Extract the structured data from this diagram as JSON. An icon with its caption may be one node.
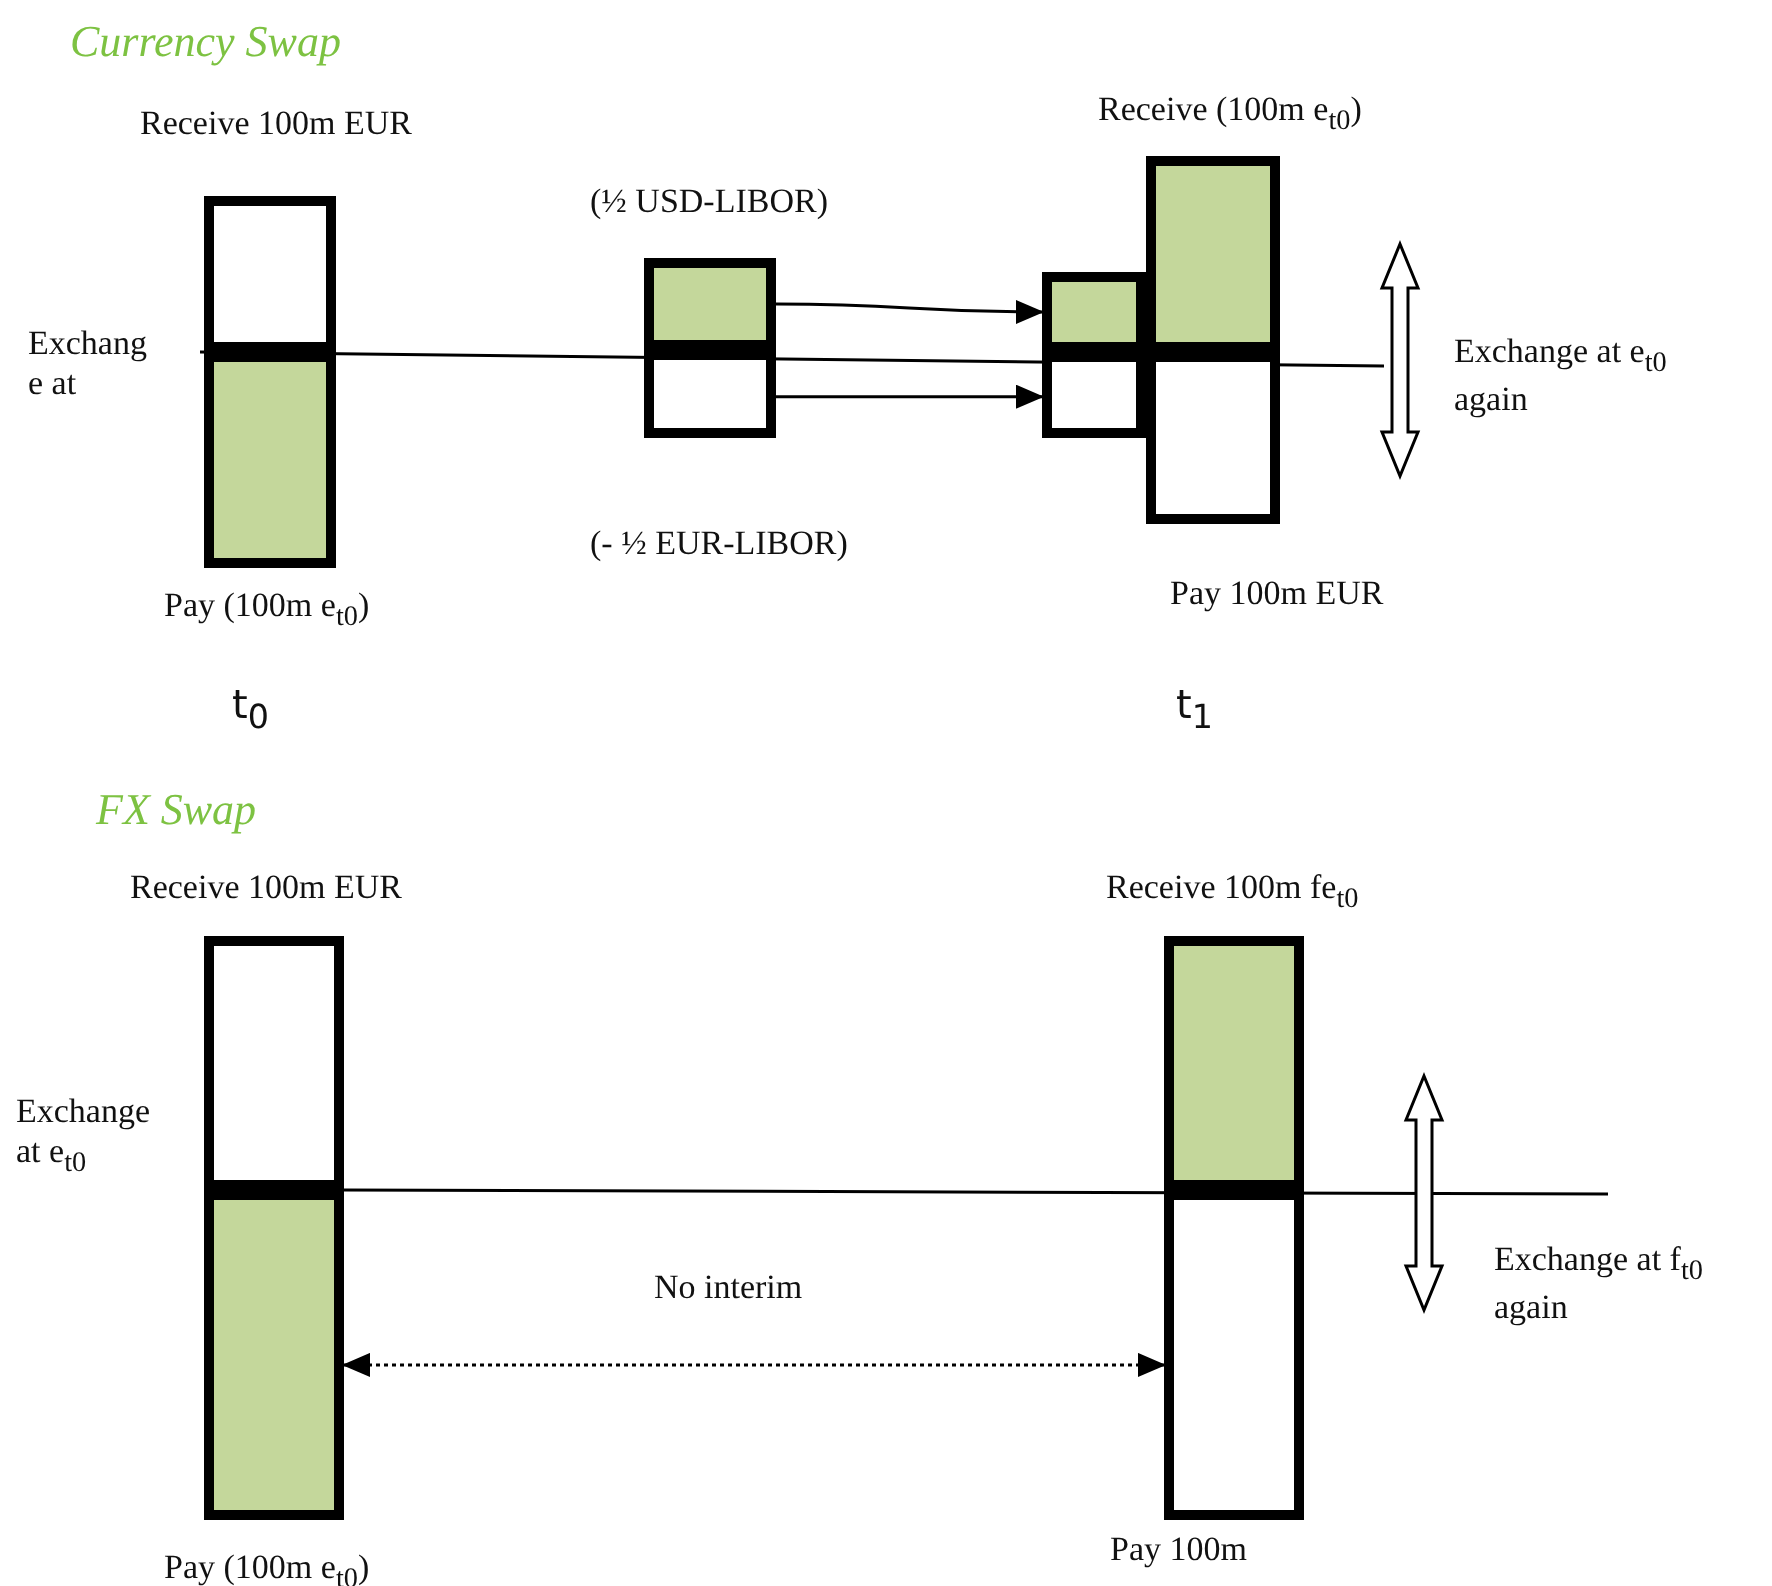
{
  "diagram": {
    "nodes": [
      {
        "text": [],
        "shape": "box",
        "beside": [
          "Receive 100m EUR"
        ]
      },
      {
        "text": [],
        "shape": "box",
        "beside": [
          "Pay (100m e$_{t0}$)"
        ]
      },
      {
        "text": [],
        "shape": "box",
        "beside": [
          "(½ USD-LIBOR)"
        ]
      },
      {
        "text": [],
        "shape": "box",
        "beside": [
          "(- ½ EUR-LIBOR)"
        ]
      },
      {
        "text": [],
        "shape": "box"
      },
      {
        "text": [],
        "shape": "box"
      },
      {
        "text": [],
        "shape": "box",
        "beside": [
          "Receive (100m e$_{t0}$)"
        ]
      },
      {
        "text": [],
        "shape": "box",
        "beside": [
          "Pay 100m EUR"
        ]
      },
      {
        "text": [],
        "shape": "box",
        "beside": [
          "Receive 100m EUR"
        ]
      },
      {
        "text": [],
        "shape": "box",
        "beside": [
          "Pay (100m e$_{t0}$)"
        ]
      },
      {
        "text": [],
        "shape": "box",
        "beside": [
          "Receive 100m fe$_{t0}$"
        ]
      },
      {
        "text": [],
        "shape": "box",
        "beside": [
          "Pay 100m"
        ]
      }
    ],
    "edges": [
      {
        "from": 2,
        "to": 4,
        "arrow": "to"
      },
      {
        "from": 3,
        "to": 5,
        "arrow": "to"
      },
      {
        "from": 9,
        "to": 11,
        "arrow": "both",
        "style": "dashed",
        "label": "No interim"
      }
    ],
    "labels": [
      "Currency Swap",
      "Exchange at",
      "Exchange at e$_{t0}$ again",
      "t$_{0}$",
      "t$_{1}$",
      "FX Swap",
      "Exchange at e$_{t0}$",
      "Exchange at f$_{t0}$ again"
    ]
  }
}
